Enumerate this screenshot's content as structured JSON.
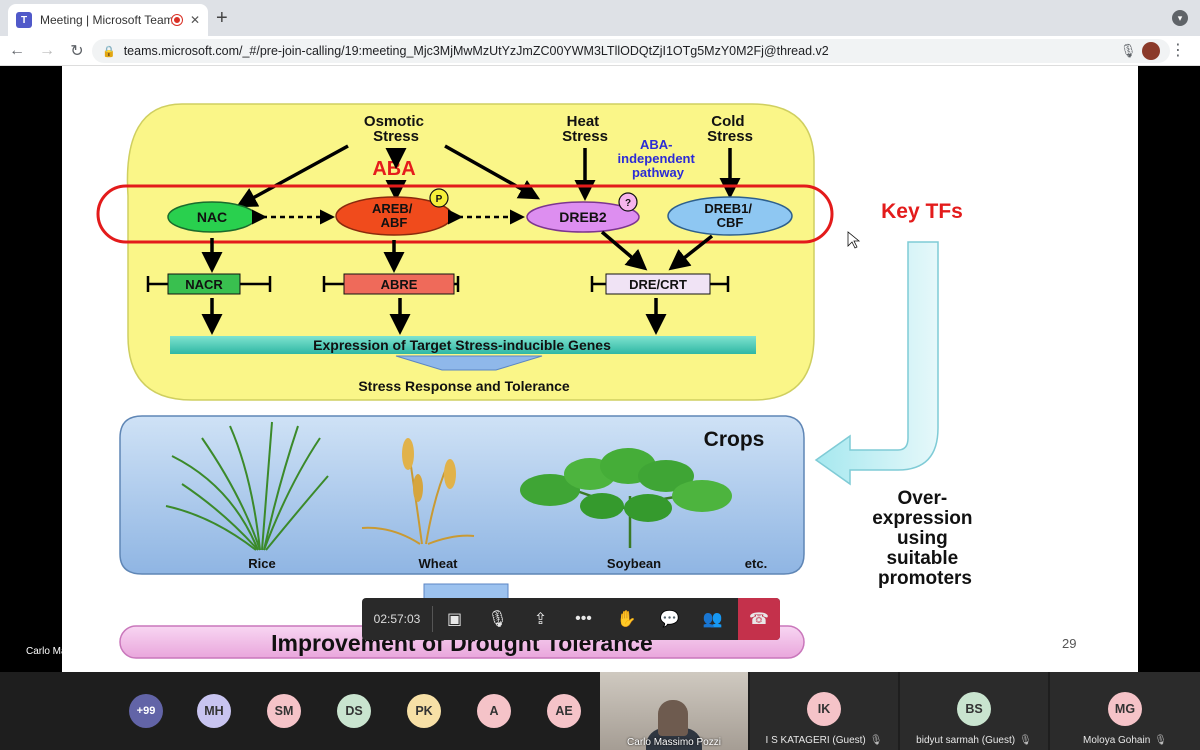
{
  "browser": {
    "tab_title": "Meeting | Microsoft Teams",
    "url": "teams.microsoft.com/_#/pre-join-calling/19:meeting_Mjc3MjMwMzUtYzJmZC00YWM3LTllODQtZjI1OTg5MzY0M2Fj@thread.v2"
  },
  "slide": {
    "slide_number": "29",
    "stress": {
      "osmotic": "Osmotic\nStress",
      "heat": "Heat\nStress",
      "cold": "Cold\nStress"
    },
    "aba": "ABA",
    "aba_independent": "ABA-\nindependent\npathway",
    "tfs": {
      "nac": "NAC",
      "areb": "AREB/\nABF",
      "dreb2": "DREB2",
      "dreb1": "DREB1/\nCBF",
      "p_mark": "P",
      "q_mark": "?"
    },
    "key_tfs": "Key TFs",
    "elements": {
      "nacr": "NACR",
      "abre": "ABRE",
      "dre": "DRE/CRT"
    },
    "expression": "Expression of Target Stress-inducible Genes",
    "response": "Stress Response and Tolerance",
    "crops": {
      "title": "Crops",
      "rice": "Rice",
      "wheat": "Wheat",
      "soybean": "Soybean",
      "etc": "etc."
    },
    "overexpression": "Over-\nexpression\nusing\nsuitable\npromoters",
    "improvement": "Improvement of Drought Tolerance"
  },
  "presenter_name": "Carlo Massimo Pozzi",
  "callbar": {
    "timer": "02:57:03"
  },
  "participants": {
    "overflow": "+99",
    "avatars": [
      {
        "initials": "MH",
        "color": "#c8c4f0"
      },
      {
        "initials": "SM",
        "color": "#f5c3c8"
      },
      {
        "initials": "DS",
        "color": "#c9e4cf"
      },
      {
        "initials": "PK",
        "color": "#f7e0a6"
      },
      {
        "initials": "A",
        "color": "#f5c3c8"
      },
      {
        "initials": "AE",
        "color": "#f5c3c8"
      }
    ],
    "video_name": "Carlo Massimo Pozzi",
    "tiles": [
      {
        "initials": "IK",
        "name": "I S KATAGERI (Guest)",
        "color": "#f5c3c8"
      },
      {
        "initials": "BS",
        "name": "bidyut sarmah (Guest)",
        "color": "#c9e4cf"
      },
      {
        "initials": "MG",
        "name": "Moloya Gohain",
        "color": "#f5c3c8"
      }
    ]
  }
}
